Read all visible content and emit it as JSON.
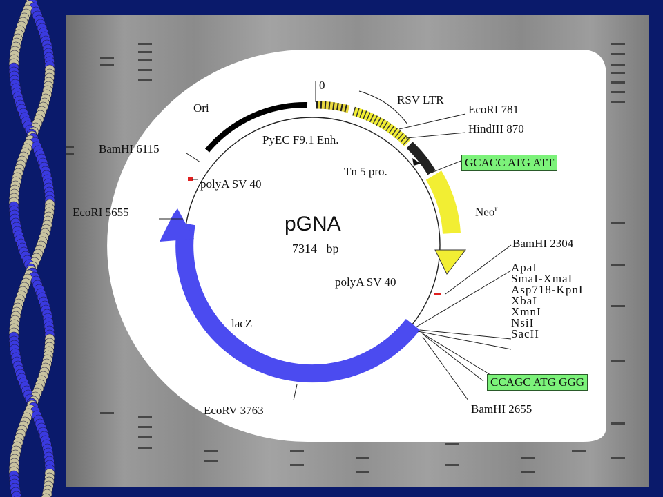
{
  "plasmid": {
    "name": "pGNA",
    "size_number": "7314",
    "size_unit": "bp"
  },
  "labels": {
    "origin": "0",
    "ori": "Ori",
    "rsv_ltr": "RSV LTR",
    "ecori_781": "EcoRI  781",
    "hindiii_870": "HindIII   870",
    "pyec": "PyEC F9.1 Enh.",
    "tn5": "Tn 5  pro.",
    "neo": "Neo",
    "neo_sup": "r",
    "bamhi_6115": "BamHI   6115",
    "polya_top": "polyA  SV 40",
    "ecori_5655": "EcoRI  5655",
    "bamhi_2304": "BamHI   2304",
    "polya_right": "polyA  SV 40",
    "lacz": "lacZ",
    "ecorv_3763": "EcoRV  3763",
    "bamhi_2655": "BamHI   2655",
    "mcs": [
      "ApaI",
      "SmaI-XmaI",
      "Asp718-KpnI",
      "XbaI",
      "XmnI",
      "NsiI",
      "SacII"
    ]
  },
  "sequence_boxes": {
    "top": "GCACC ATG ATT",
    "bottom": "CCAGC ATG GGG"
  },
  "colors": {
    "background": "#0a1a6b",
    "lacz_arrow": "#4b4bf0",
    "neo_arrow": "#f2ee33",
    "seq_box": "#7cf27a",
    "polya_marker": "#e02020"
  }
}
